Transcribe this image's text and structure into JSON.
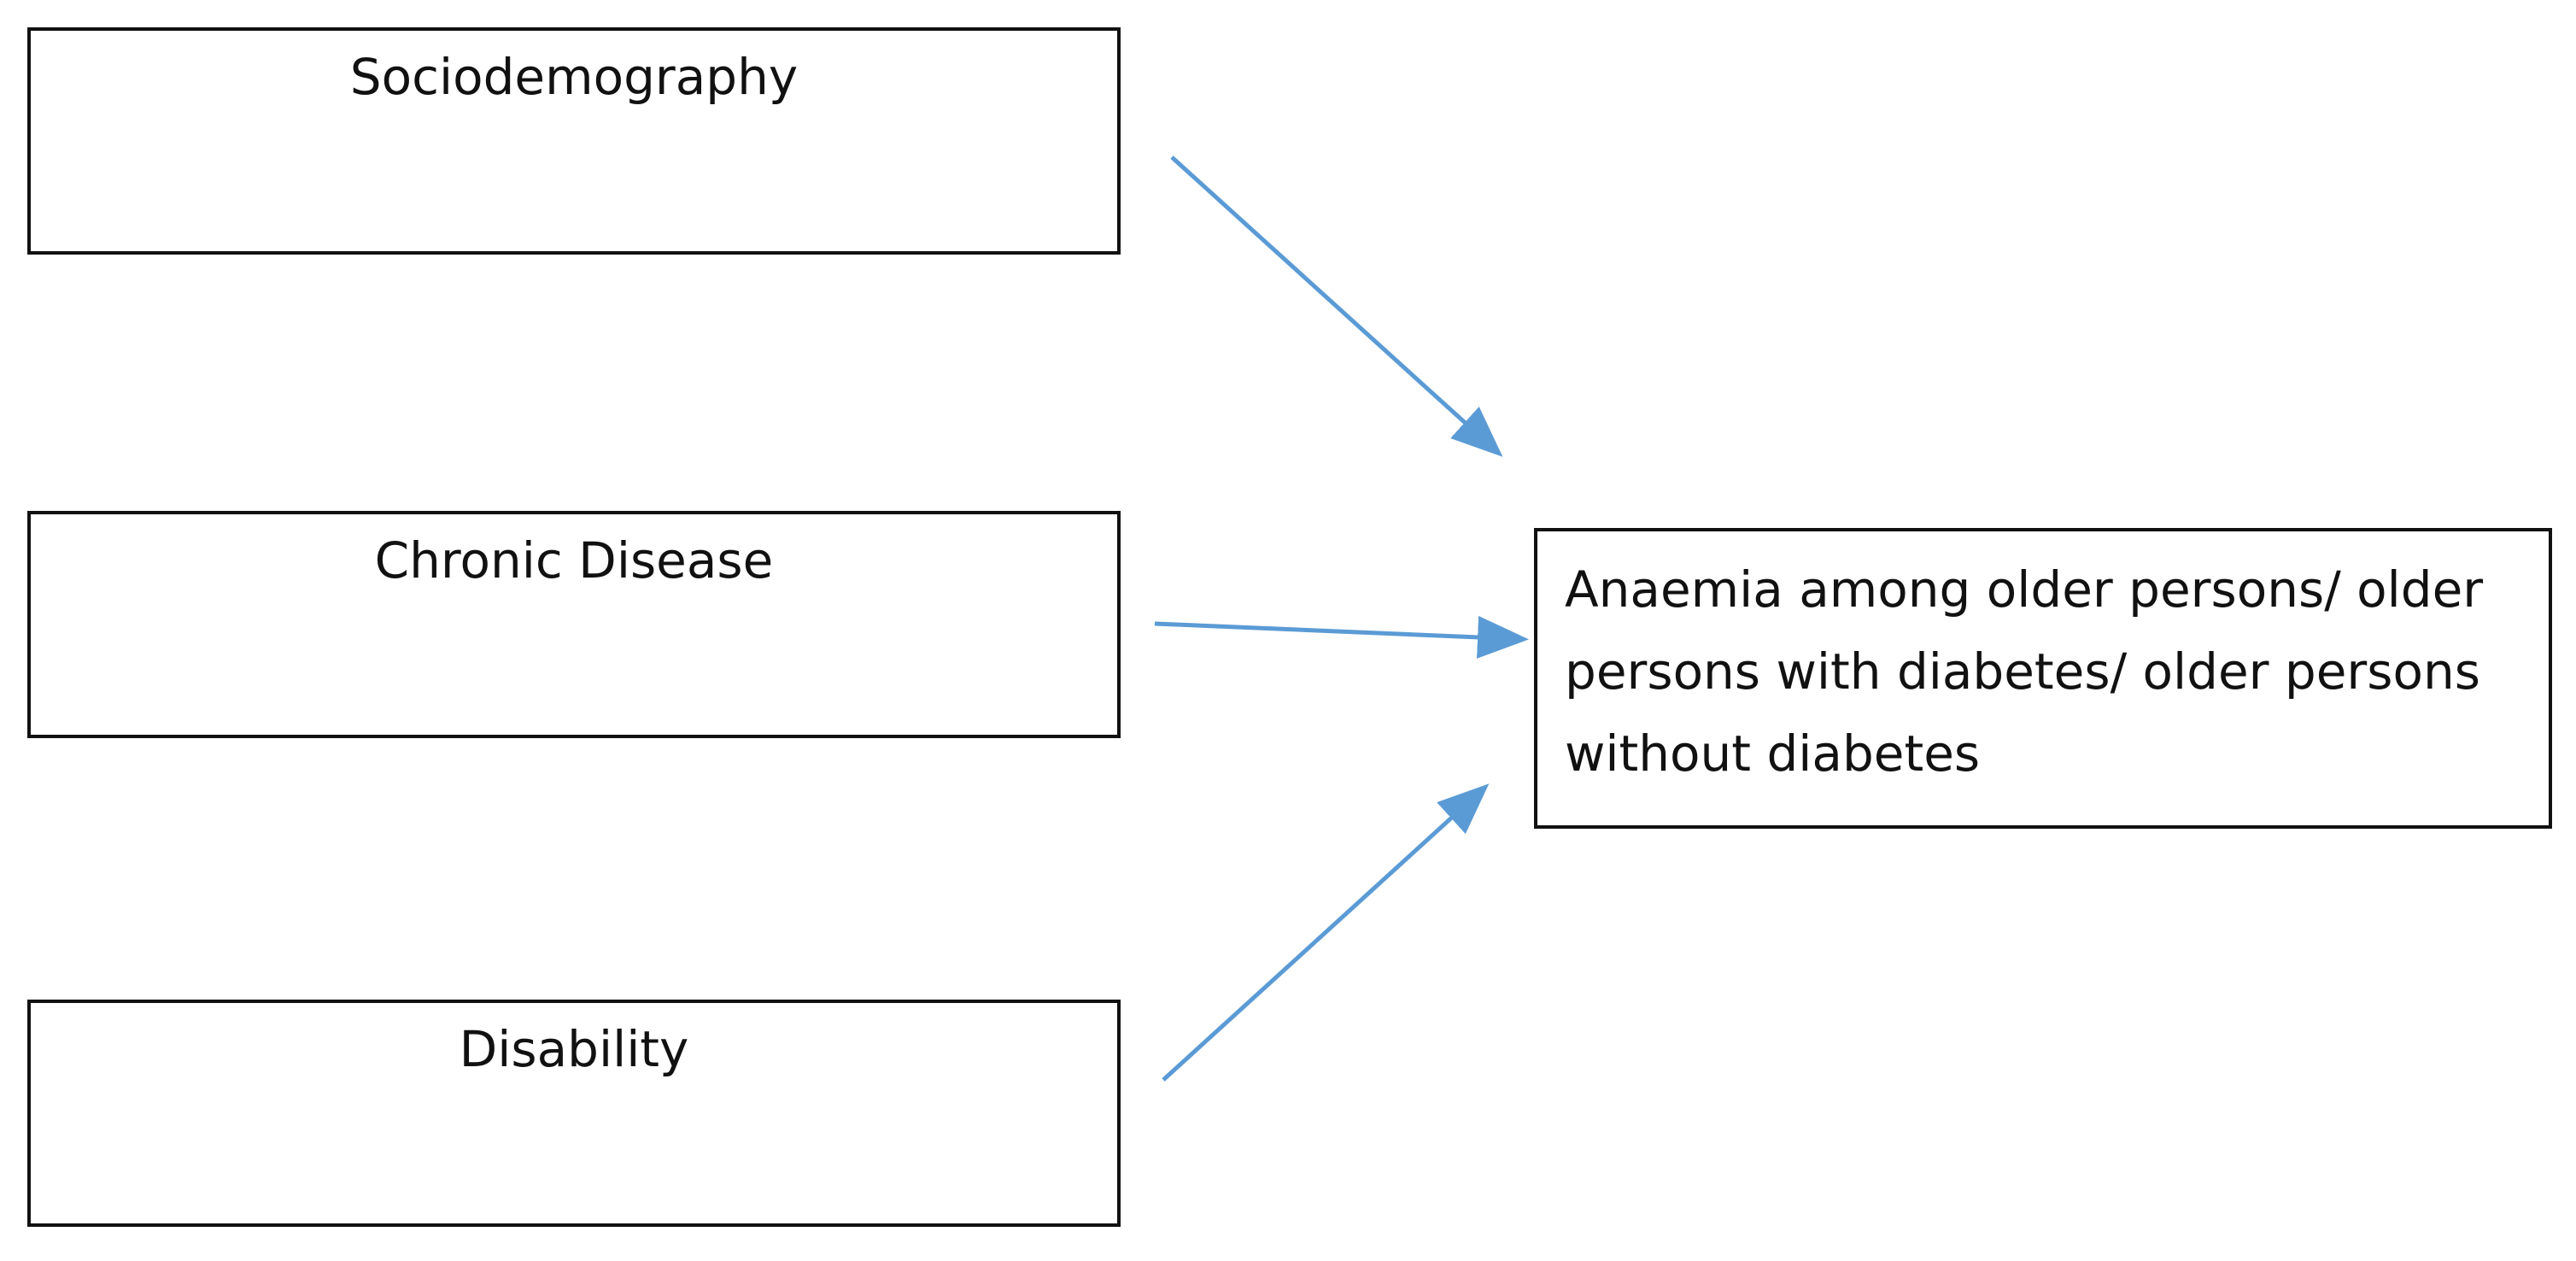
{
  "boxes": {
    "sociodemography": "Sociodemography",
    "chronic_disease": "Chronic Disease",
    "disability": "Disability",
    "outcome": "Anaemia among older persons/ older persons with diabetes/ older persons without diabetes"
  },
  "colors": {
    "arrow": "#5B9BD5",
    "border": "#111111"
  }
}
